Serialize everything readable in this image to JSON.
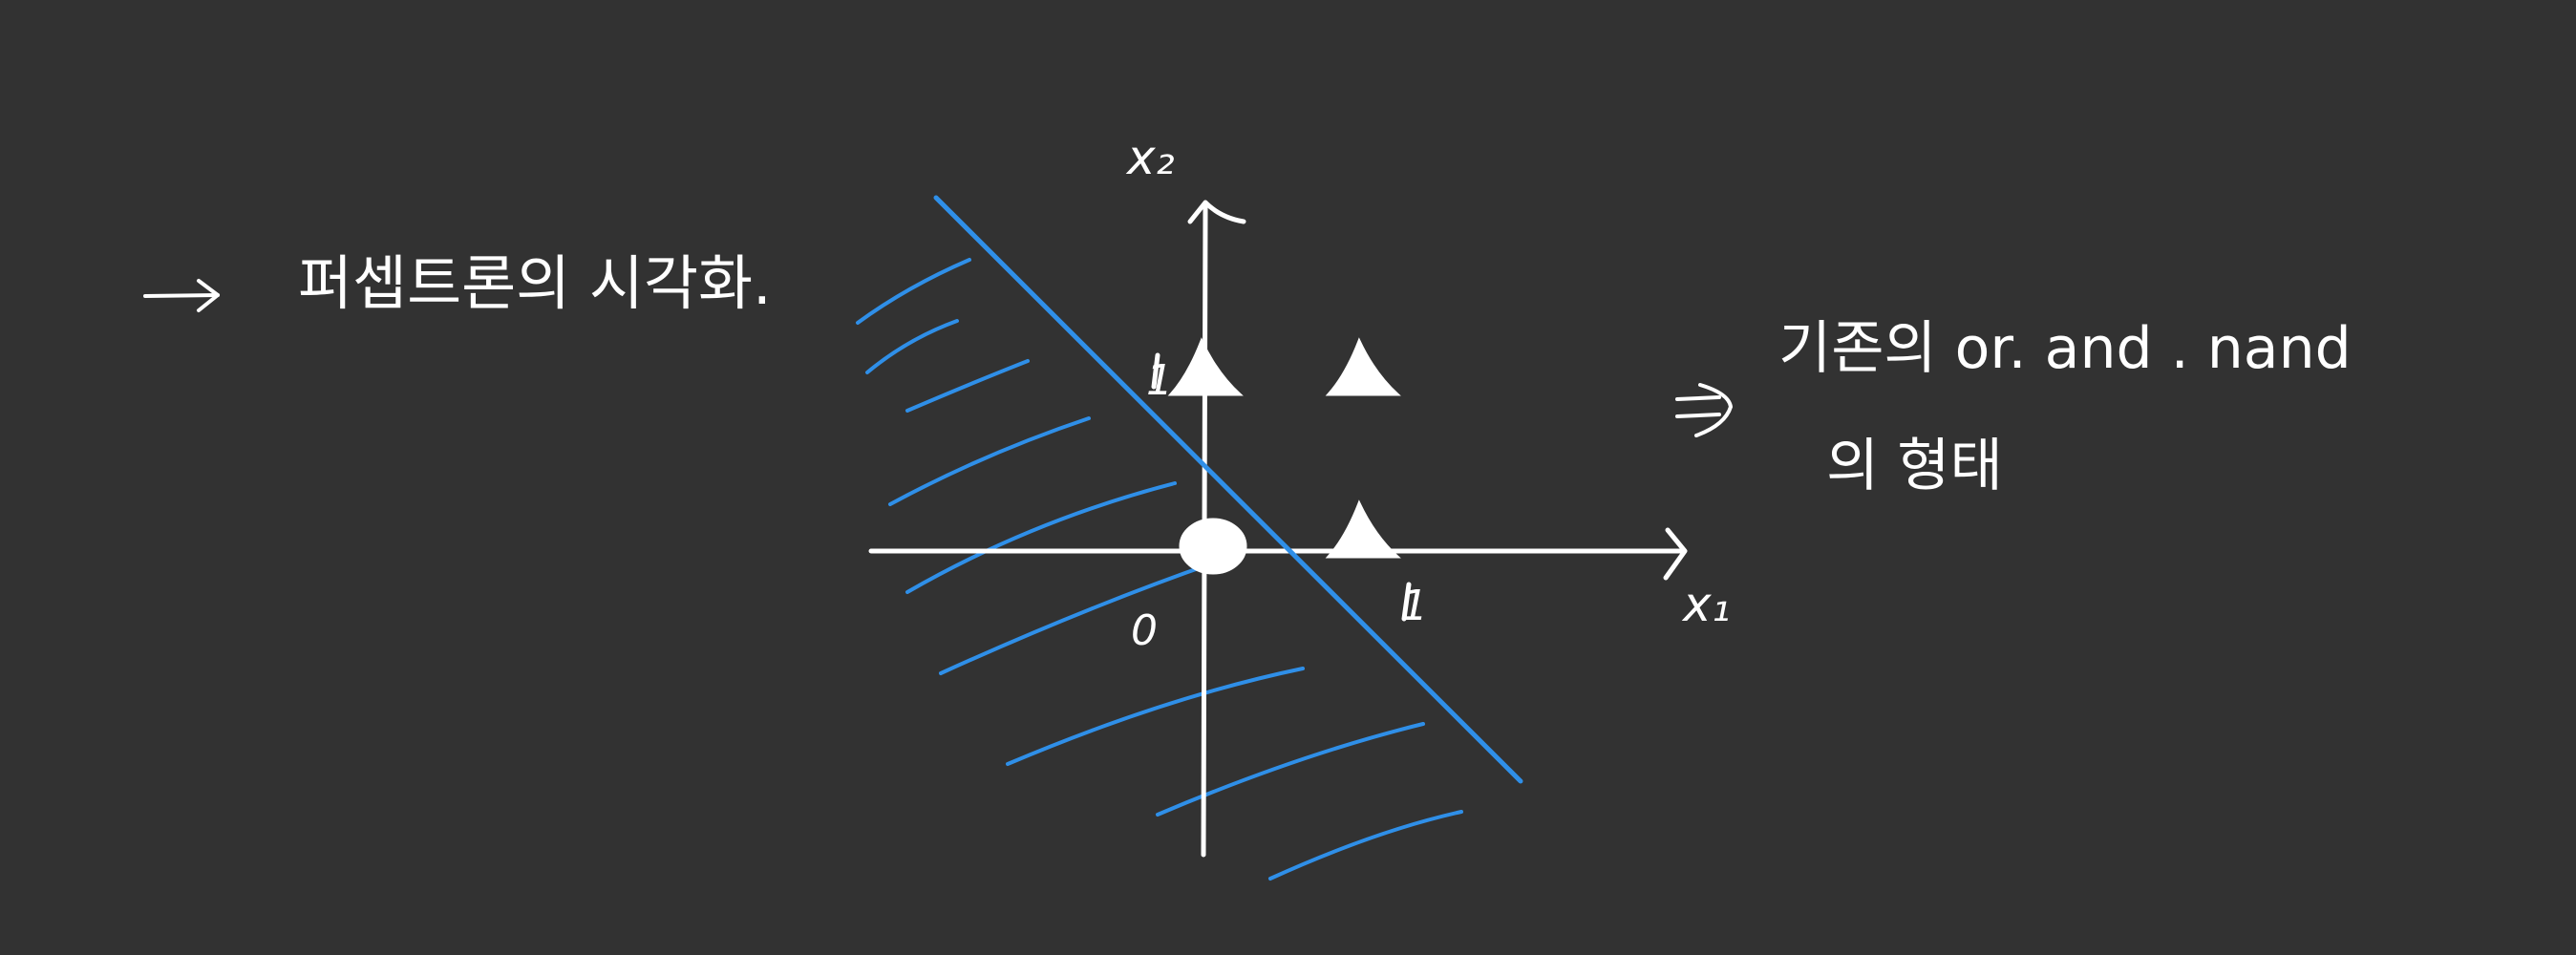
{
  "title": "퍼셉트론의 시각화.",
  "note_line1": "기존의  or. and . nand",
  "note_line2": "의 형태",
  "axes": {
    "x_label": "x₁",
    "y_label": "x₂",
    "origin_label": "0",
    "x_tick_label": "1",
    "y_tick_label": "1"
  },
  "points": [
    {
      "x": 0,
      "y": 0,
      "marker": "circle"
    },
    {
      "x": 1,
      "y": 0,
      "marker": "triangle"
    },
    {
      "x": 0,
      "y": 1,
      "marker": "triangle"
    },
    {
      "x": 1,
      "y": 1,
      "marker": "triangle"
    }
  ],
  "decision_boundary_color": "#2f8fe8",
  "hatch_color": "#2f8fe8",
  "ink_color": "#ffffff",
  "background_color": "#323232",
  "icons": {
    "title_arrow": "right-arrow-icon",
    "note_arrow": "double-right-arrow-icon"
  }
}
